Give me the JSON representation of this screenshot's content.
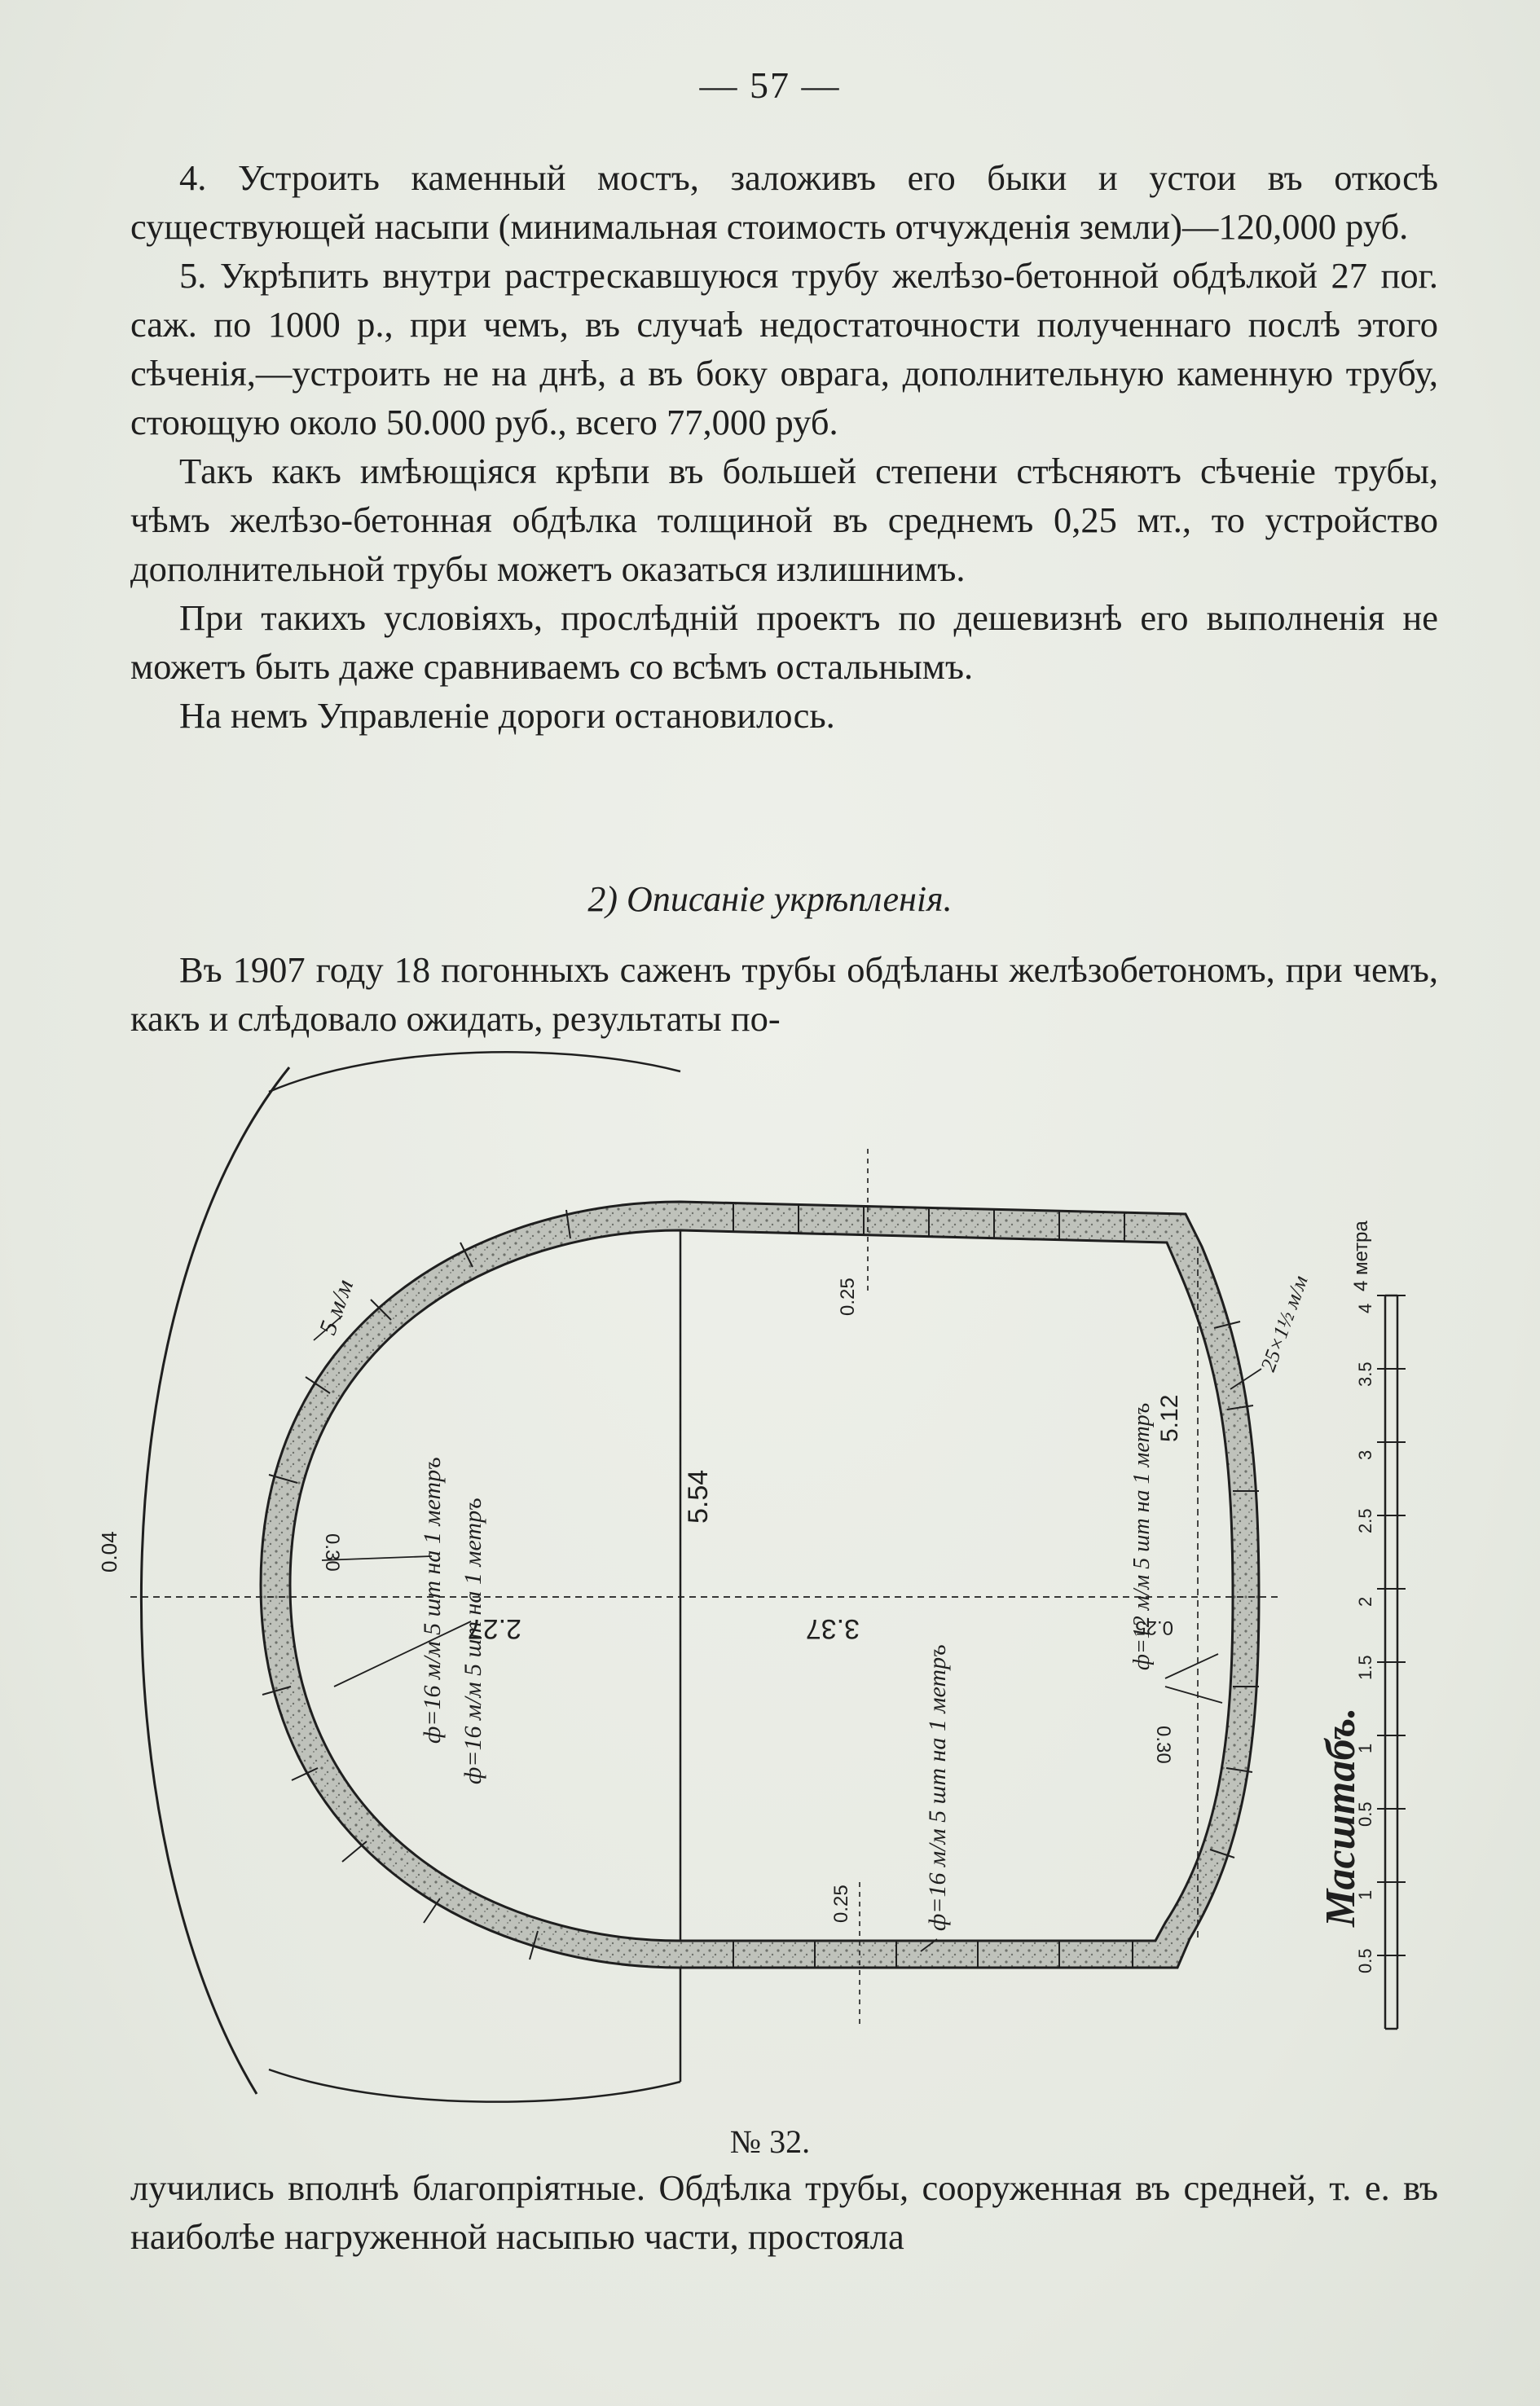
{
  "page": {
    "number": "— 57 —"
  },
  "paragraphs_top": [
    "4. Устроить каменный мостъ, заложивъ его быки и устои въ откосѣ существующей насыпи (минимальная стоимость отчужденія земли)—120,000 руб.",
    "5. Укрѣпить внутри растрескавшуюся трубу желѣзо-бетонной обдѣлкой 27 пог. саж. по 1000 р., при чемъ, въ случаѣ недостаточности полученнаго послѣ этого сѣченія,—устроить не на днѣ, а въ боку оврага, дополнительную каменную трубу, стоющую около 50.000 руб., всего 77,000 руб.",
    "Такъ какъ имѣющіяся крѣпи въ большей степени стѣсняютъ сѣченіе трубы, чѣмъ желѣзо-бетонная обдѣлка толщиной въ среднемъ 0,25 мт., то устройство дополнительной трубы можетъ оказаться излишнимъ.",
    "При такихъ условіяхъ, прослѣдній проектъ по дешевизнѣ его выполненія не можетъ быть даже сравниваемъ со всѣмъ остальнымъ.",
    "На немъ Управленіе дороги остановилось."
  ],
  "section_heading": "2) Описаніе укрѣпленія.",
  "paragraphs_mid": [
    "Въ 1907 году 18 погонныхъ саженъ трубы обдѣланы желѣзобетономъ, при чемъ, какъ и слѣдовало ожидать, результаты по-"
  ],
  "figure": {
    "caption": "№ 32.",
    "labels": {
      "d554": "5.54",
      "d227": "2.27",
      "d337": "3.37",
      "d512": "5.12",
      "d004": "0.04",
      "d030a": "0.30",
      "d030b": "0.30",
      "d025a": "0.25",
      "d025b": "0.25",
      "d025c": "0.25",
      "ann5mm": "5 м/м",
      "ann25": "25×1½ м/м",
      "rebar16a": "ф=16 м/м 5 шт на 1 метръ",
      "rebar16b": "ф=16 м/м 5 шт на 1 метръ",
      "rebar16c": "ф=16 м/м 5 шт на 1 метръ",
      "rebar12": "ф=12 м/м 5 шт на 1 метръ"
    },
    "scale": {
      "title": "Масштабъ.",
      "unit": "4 метра",
      "ticks": [
        "0.5",
        "1",
        "0.5",
        "1",
        "1.5",
        "2",
        "2.5",
        "3",
        "3.5",
        "4"
      ]
    }
  },
  "paragraphs_bottom": [
    "лучились вполнѣ благопріятные. Обдѣлка трубы, сооруженная въ средней, т. е. въ наиболѣе нагруженной насыпью части, простояла"
  ]
}
